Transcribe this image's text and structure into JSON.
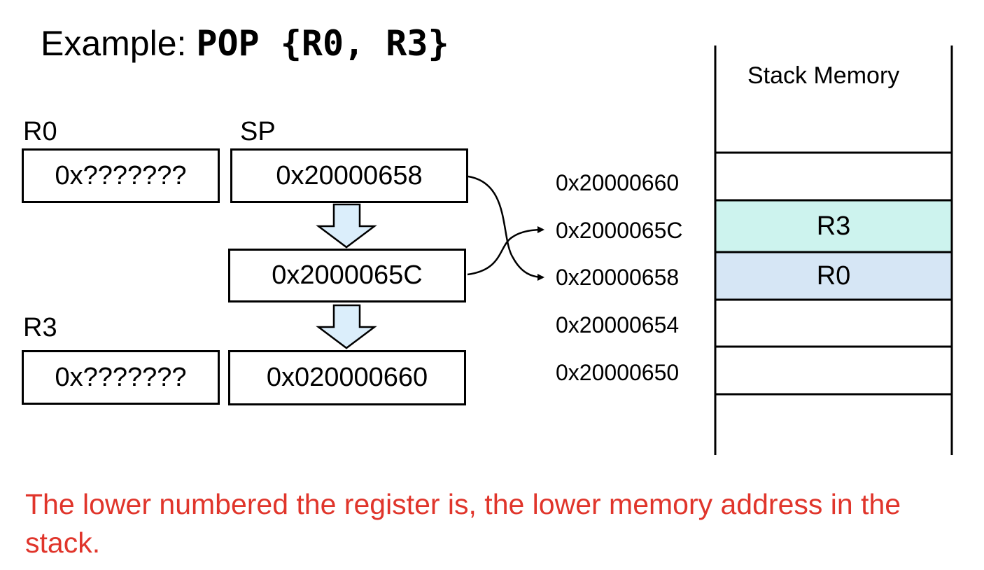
{
  "title": {
    "prefix": "Example:",
    "instruction": "POP {R0, R3}"
  },
  "registers": {
    "r0_label": "R0",
    "r0_value": "0x???????",
    "r3_label": "R3",
    "r3_value": "0x???????",
    "sp_label": "SP",
    "sp_values": [
      "0x20000658",
      "0x2000065C",
      "0x020000660"
    ]
  },
  "stack_memory": {
    "title": "Stack Memory",
    "addresses": [
      "0x20000660",
      "0x2000065C",
      "0x20000658",
      "0x20000654",
      "0x20000650"
    ],
    "cells": [
      {
        "label": "",
        "color": "#ffffff"
      },
      {
        "label": "R3",
        "color": "#cdf3ee"
      },
      {
        "label": "R0",
        "color": "#d6e6f5"
      },
      {
        "label": "",
        "color": "#ffffff"
      },
      {
        "label": "",
        "color": "#ffffff"
      }
    ]
  },
  "note": "The lower numbered the register is, the lower memory address in the stack.",
  "colors": {
    "note_text": "#e0352b",
    "down_arrow_fill": "#dbeefb"
  }
}
